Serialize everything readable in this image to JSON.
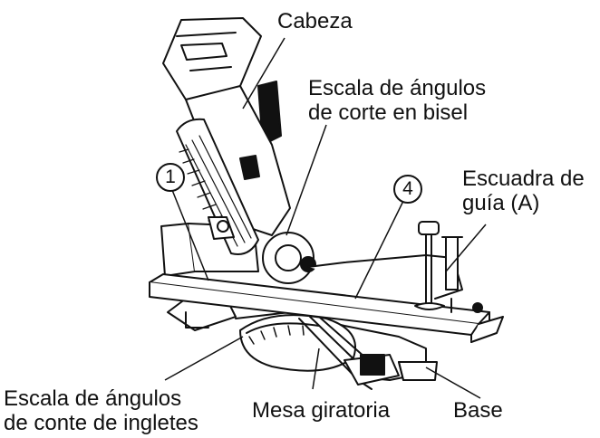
{
  "labels": {
    "head": "Cabeza",
    "bevel_scale_line1": "Escala de ángulos",
    "bevel_scale_line2": "de corte en bisel",
    "fence_line1": "Escuadra de",
    "fence_line2": "guía (A)",
    "miter_scale_line1": "Escala de ángulos",
    "miter_scale_line2": "de conte de ingletes",
    "turntable": "Mesa giratoria",
    "base": "Base"
  },
  "callouts": {
    "one": "1",
    "four": "4"
  },
  "colors": {
    "ink": "#111111",
    "paper": "#ffffff"
  }
}
